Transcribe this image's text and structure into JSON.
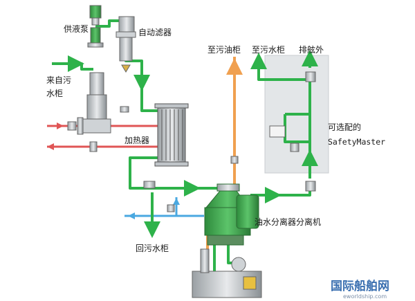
{
  "labels": {
    "feed_pump": "供液泵",
    "auto_filter": "自动滤器",
    "from_sludge_tank_1": "来自污",
    "from_sludge_tank_2": "水柜",
    "heater": "加热器",
    "to_sludge_oil_tank": "至污油柜",
    "to_sludge_water_tank": "至污水柜",
    "overboard": "排舷外",
    "optional_1": "可选配的",
    "optional_2": "SafetyMaster",
    "separator": "油水分离器分离机",
    "return_sludge_tank": "回污水柜"
  },
  "watermark": {
    "main": "国际船舶网",
    "url": "eworldship.com"
  },
  "colors": {
    "water_line": "#2eb24a",
    "oil_line": "#f0a050",
    "hot_line": "#e05555",
    "clean_line": "#4aa8e0",
    "frame_panel": "#e3e6e8",
    "separator_body": "#3aa14a"
  }
}
